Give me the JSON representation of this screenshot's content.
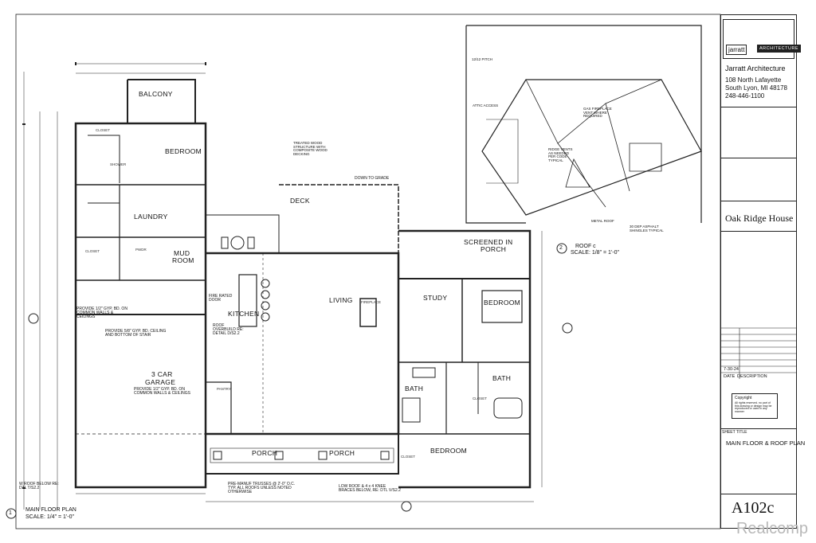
{
  "firm": {
    "logo_name": "jarratt",
    "logo_tag": "ARCHITECTURE",
    "name": "Jarratt Architecture",
    "address1": "108 North Lafayette",
    "address2": "South Lyon, MI 48178",
    "phone": "248-446-1100"
  },
  "project": {
    "name": "Oak Ridge House"
  },
  "revisions": {
    "date": "7-30-24",
    "col_date": "DATE",
    "col_desc": "DESCRIPTION"
  },
  "copyright": {
    "title": "Copyright",
    "text": "All rights reserved. no part of this drawing or design may be reproduced or used in any manner"
  },
  "sheet": {
    "title_label": "SHEET TITLE",
    "title": "MAIN FLOOR & ROOF PLAN",
    "number": "A102c"
  },
  "plan_title": {
    "num": "1",
    "title": "MAIN FLOOR PLAN",
    "scale": "SCALE: 1/4\" = 1'-0\""
  },
  "roof_title": {
    "num": "2",
    "title": "ROOF c",
    "scale": "SCALE: 1/8\" = 1'-0\""
  },
  "rooms": {
    "balcony": "BALCONY",
    "bedroom_1": "BEDROOM",
    "closet_1": "CLOSET",
    "shower_1": "SHOWER",
    "laundry": "LAUNDRY",
    "closet_2": "CLOSET",
    "pwdr": "PWDR",
    "mud_room": "MUD",
    "mud_room2": "ROOM",
    "kitchen": "KITCHEN",
    "living": "LIVING",
    "deck": "DECK",
    "screened_porch": "SCREENED IN",
    "screened_porch2": "PORCH",
    "study": "STUDY",
    "bedroom_2": "BEDROOM",
    "bath_1": "BATH",
    "bath_2": "BATH",
    "closet_3": "CLOSET",
    "garage": "3 CAR",
    "garage2": "GARAGE",
    "pantry": "PANTRY",
    "porch_1": "PORCH",
    "porch_2": "PORCH",
    "bedroom_3": "BEDROOM",
    "closet_4": "CLOSET",
    "fireplace": "FIREPLACE"
  },
  "notes": {
    "gyp_common": "PROVIDE 1/2\" GYP. BD. ON COMMON WALLS & CEILINGS",
    "gyp_stair": "PROVIDE 5/8\" GYP. BD. CEILING AND BOTTOM OF STAIR",
    "gyp_garage": "PROVIDE 1/2\" GYP. BD. ON COMMON WALLS & CEILINGS",
    "fire_door": "FIRE RATED DOOR",
    "roof_overbuild": "ROOF OVERBUILD RE: DETAIL D/S2.2",
    "trusses": "PRE-MANUF TRUSSES @ 2'-0\" O.C. TYP. ALL ROOFS UNLESS NOTED OTHERWISE",
    "low_roof": "LOW ROOF & 4 x 4 KNEE BRACES BELOW, RE: DTL V/S2.2",
    "w_roof_below": "W ROOF BELOW RE: DTL T/S2.2",
    "down_to_grade": "DOWN TO GRADE",
    "treated_wood": "TREATED WOOD STRUCTURE WITH COMPOSITE WOOD DECKING",
    "metal_roof": "METAL ROOF",
    "attic_access": "ATTIC ACCESS",
    "pitch": "12/12 PITCH",
    "shingles": "30 DEP ASPHALT SHINGLES TYPICAL",
    "gas_fireplace": "GAS FIREPLACE VENT WHERE REQUIRED",
    "ridge_vents": "RIDGE VENTS AS NEEDED PER CODE TYPICAL"
  },
  "watermark": "Realcomp"
}
